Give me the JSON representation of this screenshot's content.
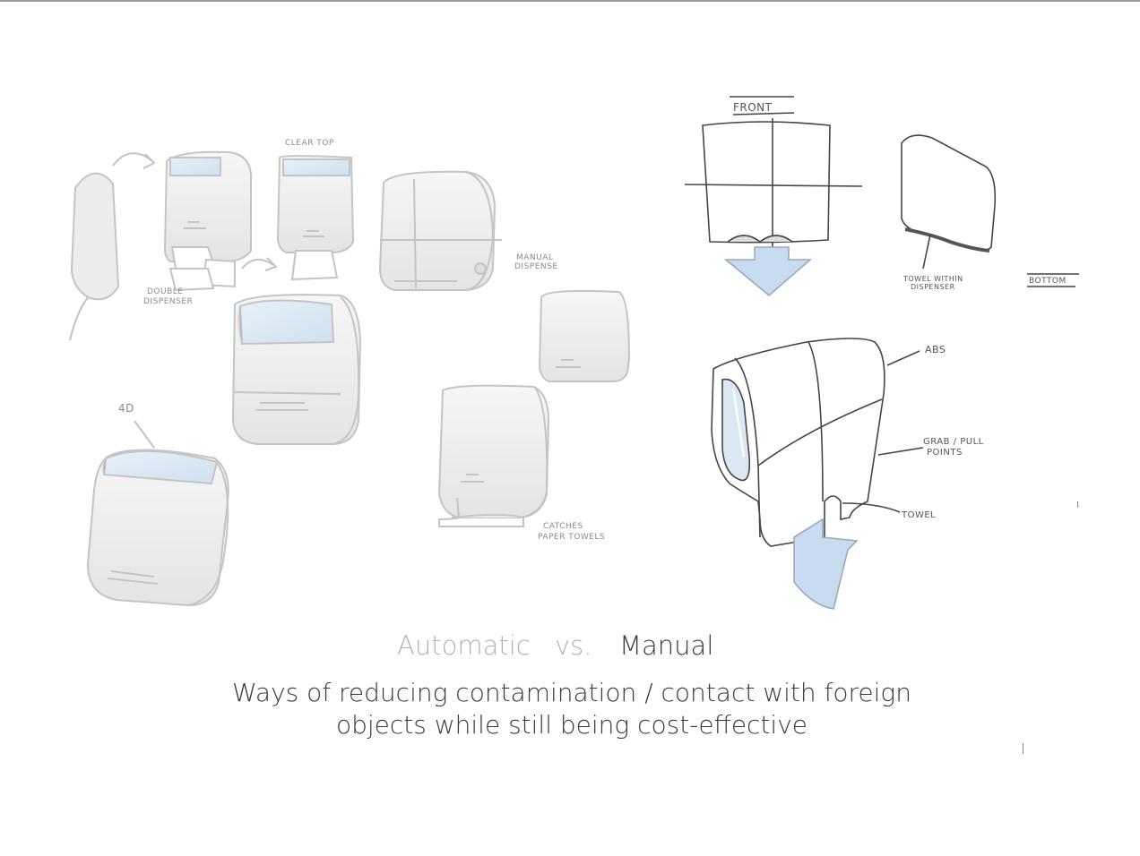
{
  "labels": {
    "auto": "Automatic",
    "vs": "vs.",
    "manual": "Manual"
  },
  "subtitle": {
    "line1": "Ways of reducing contamination / contact with foreign",
    "line2": "objects while still being cost-effective"
  },
  "sketch_notes": {
    "clear_top": "CLEAR TOP",
    "double_dispenser_1": "DOUBLE",
    "double_dispenser_2": "DISPENSER",
    "manual_dispense_1": "MANUAL",
    "manual_dispense_2": "DISPENSE",
    "four_d": "4D",
    "catches_1": "CATCHES",
    "catches_2": "PAPER TOWELS",
    "front": "FRONT",
    "bottom": "BOTTOM",
    "towel_within_1": "TOWEL WITHIN",
    "towel_within_2": "DISPENSER",
    "abs": "ABS",
    "grab_pull_1": "GRAB / PULL",
    "grab_pull_2": "POINTS",
    "towel": "TOWEL"
  },
  "colors": {
    "sketch_light": "#c8c8c8",
    "sketch_dark": "#444444",
    "arrow_fill": "#c9dcef",
    "window_fill": "#dbe8f4"
  }
}
